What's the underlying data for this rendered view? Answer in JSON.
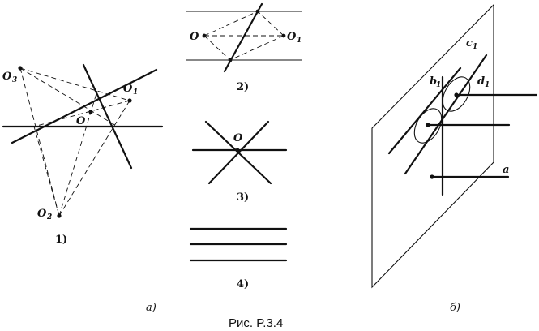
{
  "labels": {
    "o3": "O",
    "o3_sub": "3",
    "o1": "O",
    "o1_sub": "1",
    "o": "O",
    "o2": "O",
    "o2_sub": "2",
    "fig1": "1)",
    "fig2_o": "O",
    "fig2_o1": "O",
    "fig2_o1_sub": "1",
    "fig2": "2)",
    "fig3_o": "O",
    "fig3": "3)",
    "fig4": "4)",
    "c1": "c",
    "c1_sub": "1",
    "b1": "b",
    "b1_sub": "1",
    "d1": "d",
    "d1_sub": "1",
    "a": "a",
    "part_a": "а)",
    "part_b": "б)",
    "caption": "Рис. P.3.4"
  }
}
